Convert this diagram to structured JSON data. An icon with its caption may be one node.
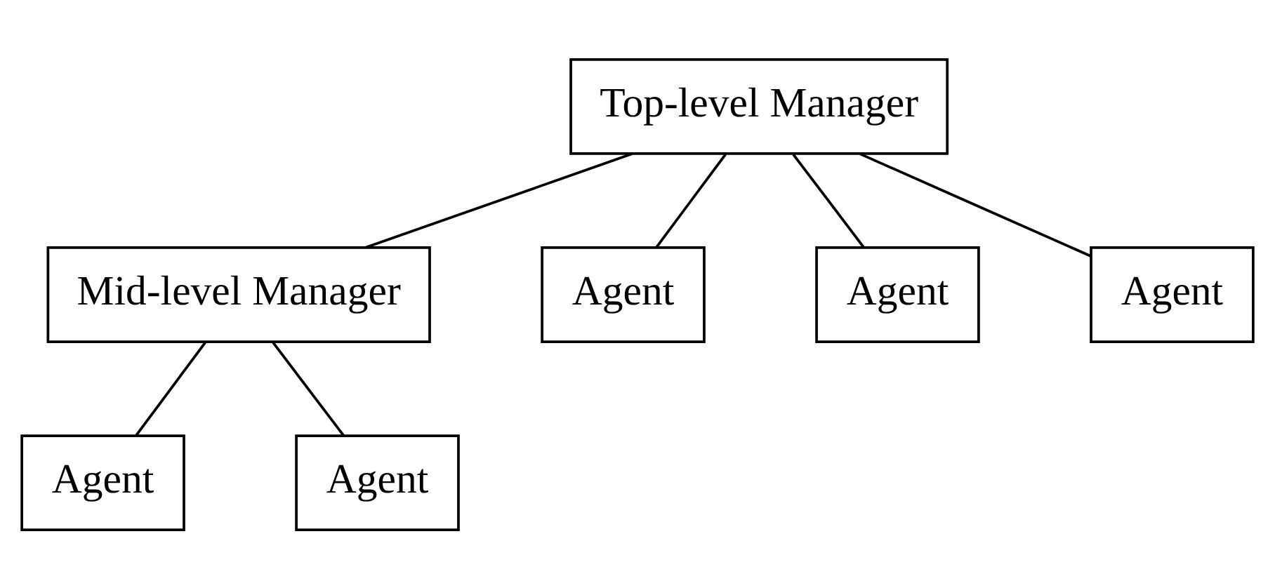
{
  "diagram": {
    "nodes": [
      {
        "text": [
          "Top-level Manager"
        ]
      },
      {
        "text": [
          "Mid-level Manager"
        ]
      },
      {
        "text": [
          "Agent"
        ]
      },
      {
        "text": [
          "Agent"
        ]
      },
      {
        "text": [
          "Agent"
        ]
      },
      {
        "text": [
          "Agent"
        ]
      },
      {
        "text": [
          "Agent"
        ]
      }
    ],
    "edges": [
      {
        "from": 0,
        "to": 1,
        "arrow": "none"
      },
      {
        "from": 0,
        "to": 2,
        "arrow": "none"
      },
      {
        "from": 0,
        "to": 3,
        "arrow": "none"
      },
      {
        "from": 0,
        "to": 4,
        "arrow": "none"
      },
      {
        "from": 1,
        "to": 5,
        "arrow": "none"
      },
      {
        "from": 1,
        "to": 6,
        "arrow": "none"
      }
    ]
  }
}
